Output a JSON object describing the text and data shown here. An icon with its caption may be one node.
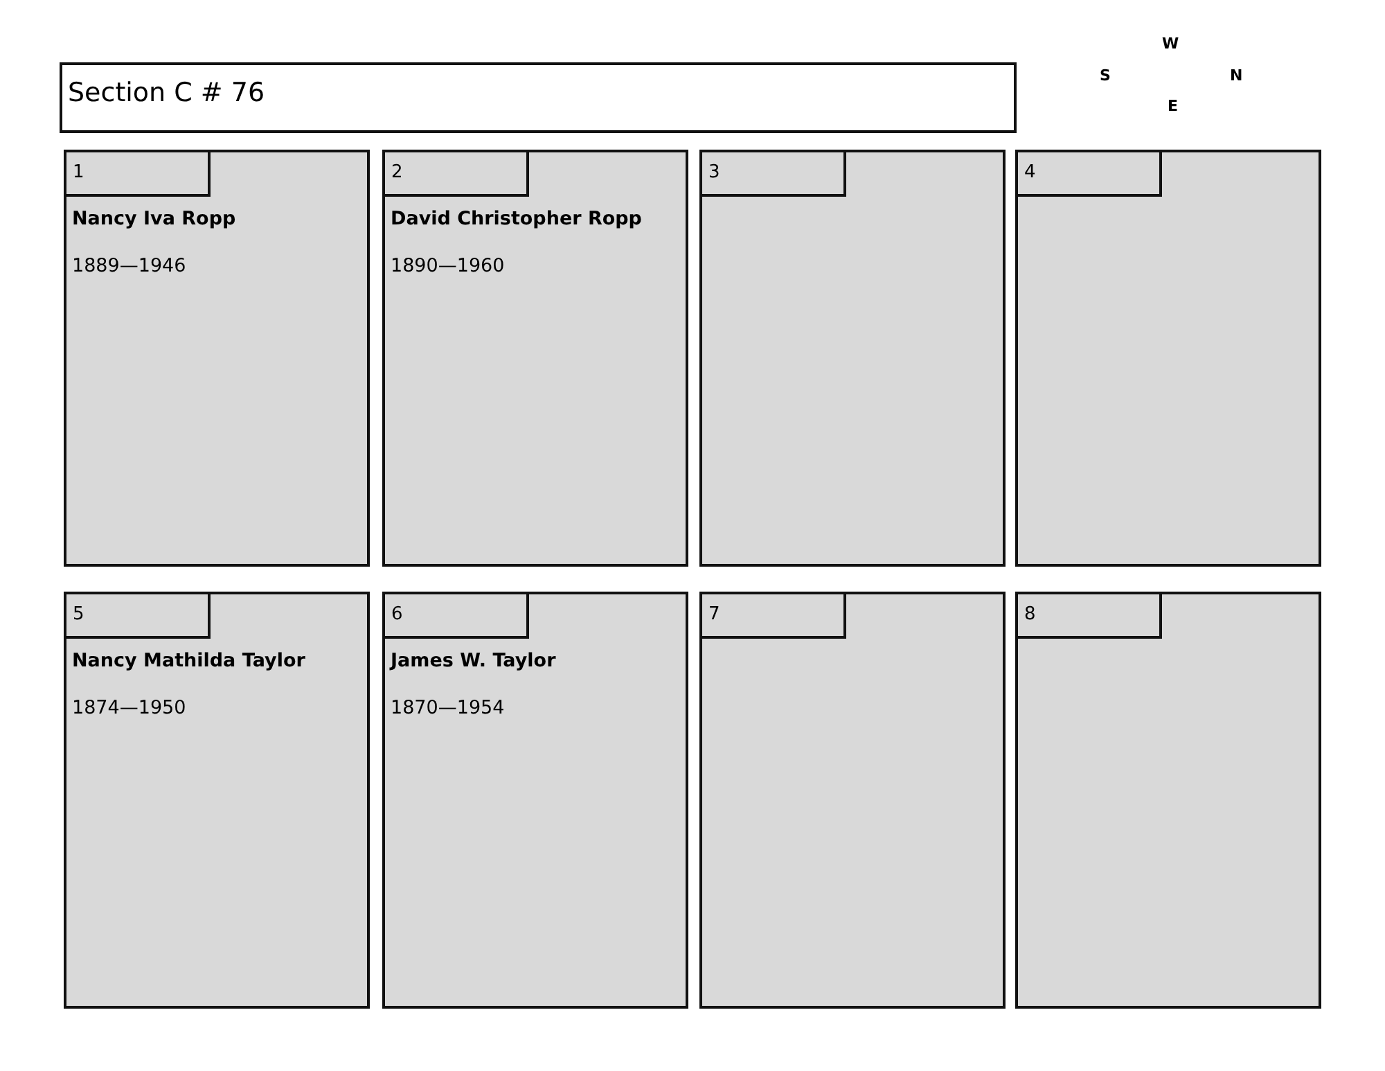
{
  "diagram": {
    "nodes": [
      {
        "text": [
          "Section C # 76"
        ]
      },
      {
        "text": [
          "Nancy Iva Ropp",
          "1889—1946"
        ]
      },
      {
        "text": [
          "1"
        ],
        "in": 1
      },
      {
        "text": [
          "David Christopher Ropp",
          "1890—1960"
        ]
      },
      {
        "text": [
          "2"
        ],
        "in": 3
      },
      {
        "text": [],
        "shape": "box"
      },
      {
        "text": [
          "3"
        ],
        "in": 5
      },
      {
        "text": [],
        "shape": "box"
      },
      {
        "text": [
          "4"
        ],
        "in": 7
      },
      {
        "text": [
          "Nancy Mathilda Taylor",
          "1874—1950"
        ]
      },
      {
        "text": [
          "5"
        ],
        "in": 9
      },
      {
        "text": [
          "James W. Taylor",
          "1870—1954"
        ]
      },
      {
        "text": [
          "6"
        ],
        "in": 11
      },
      {
        "text": [],
        "shape": "box"
      },
      {
        "text": [
          "7"
        ],
        "in": 13
      },
      {
        "text": [],
        "shape": "box"
      },
      {
        "text": [
          "8"
        ],
        "in": 15
      }
    ],
    "edges": [],
    "labels": [
      "W",
      "S",
      "N",
      "E"
    ]
  }
}
